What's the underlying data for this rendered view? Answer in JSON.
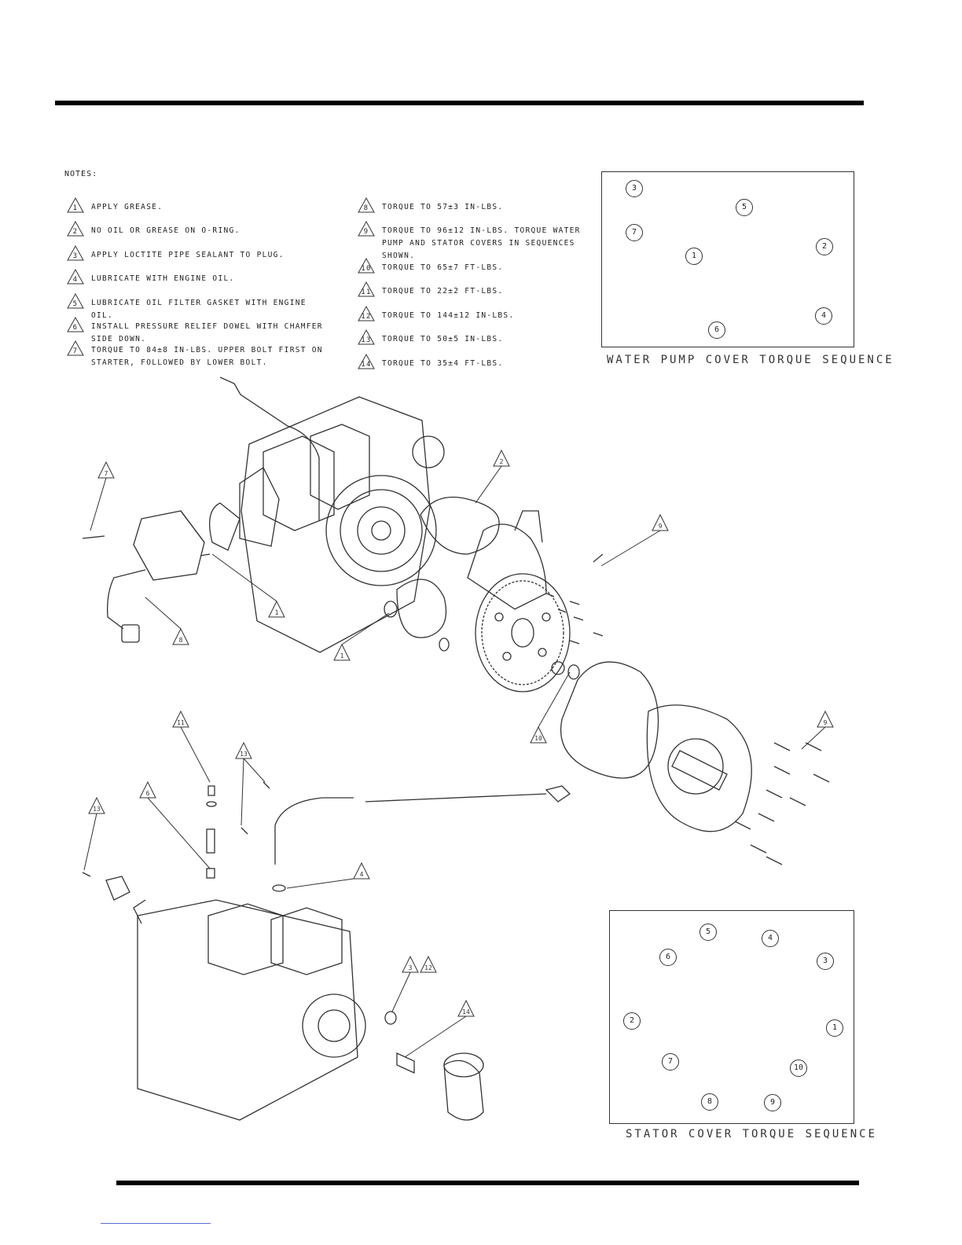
{
  "notes": {
    "title": "NOTES:",
    "items": [
      {
        "num": "1",
        "text": "APPLY GREASE."
      },
      {
        "num": "2",
        "text": "NO OIL OR GREASE ON O-RING."
      },
      {
        "num": "3",
        "text": "APPLY LOCTITE PIPE SEALANT TO PLUG."
      },
      {
        "num": "4",
        "text": "LUBRICATE WITH ENGINE OIL."
      },
      {
        "num": "5",
        "text": "LUBRICATE OIL FILTER GASKET WITH ENGINE OIL."
      },
      {
        "num": "6",
        "text": "INSTALL PRESSURE RELIEF DOWEL WITH CHAMFER SIDE DOWN."
      },
      {
        "num": "7",
        "text": "TORQUE TO 84±8 IN-LBS. UPPER BOLT FIRST ON STARTER, FOLLOWED BY LOWER BOLT."
      },
      {
        "num": "8",
        "text": "TORQUE TO 57±3 IN-LBS."
      },
      {
        "num": "9",
        "text": "TORQUE TO 96±12 IN-LBS.  TORQUE WATER PUMP AND STATOR COVERS IN SEQUENCES SHOWN."
      },
      {
        "num": "10",
        "text": "TORQUE TO 65±7 FT-LBS."
      },
      {
        "num": "11",
        "text": "TORQUE TO 22±2 FT-LBS."
      },
      {
        "num": "12",
        "text": "TORQUE TO 144±12 IN-LBS."
      },
      {
        "num": "13",
        "text": "TORQUE TO 50±5 IN-LBS."
      },
      {
        "num": "14",
        "text": "TORQUE TO 35±4 FT-LBS."
      }
    ]
  },
  "water_pump_sequence": {
    "label": "WATER PUMP COVER TORQUE SEQUENCE",
    "numbers": [
      "3",
      "5",
      "7",
      "2",
      "1",
      "4",
      "6"
    ]
  },
  "stator_sequence": {
    "label": "STATOR COVER TORQUE SEQUENCE",
    "numbers": [
      "5",
      "4",
      "6",
      "3",
      "2",
      "1",
      "7",
      "10",
      "8",
      "9"
    ]
  },
  "callouts": [
    "7",
    "2",
    "9",
    "1",
    "8",
    "1",
    "10",
    "9",
    "11",
    "13",
    "6",
    "13",
    "4",
    "3",
    "12",
    "14"
  ]
}
